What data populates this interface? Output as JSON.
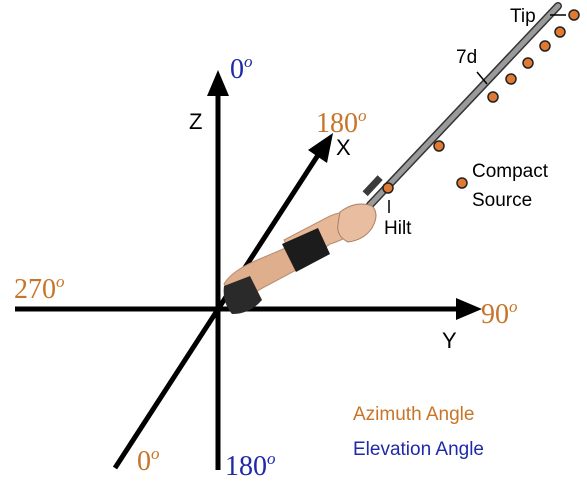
{
  "colors": {
    "axis": "#000000",
    "azimuth": "#c8752a",
    "elevation": "#1f2aa8",
    "marker_fill": "#e07a33",
    "marker_stroke": "#222222",
    "rod": "#8a8a8a",
    "skin": "#e3b08f",
    "band": "#1c1c1c"
  },
  "axes": {
    "z_label": "Z",
    "x_label": "X",
    "y_label": "Y"
  },
  "angles": {
    "elevation_top": "0",
    "elevation_bottom": "180",
    "azimuth_x_positive": "180",
    "azimuth_x_negative": "0",
    "azimuth_y_positive": "90",
    "azimuth_y_negative": "270",
    "degree_symbol": "o"
  },
  "annotations": {
    "tip": "Tip",
    "hilt": "Hilt",
    "spacing": "7d",
    "compact_source_line1": "Compact",
    "compact_source_line2": "Source"
  },
  "legend": {
    "azimuth": "Azimuth Angle",
    "elevation": "Elevation Angle"
  },
  "icons": [
    "arrow-head-icon",
    "compact-source-marker-icon"
  ]
}
